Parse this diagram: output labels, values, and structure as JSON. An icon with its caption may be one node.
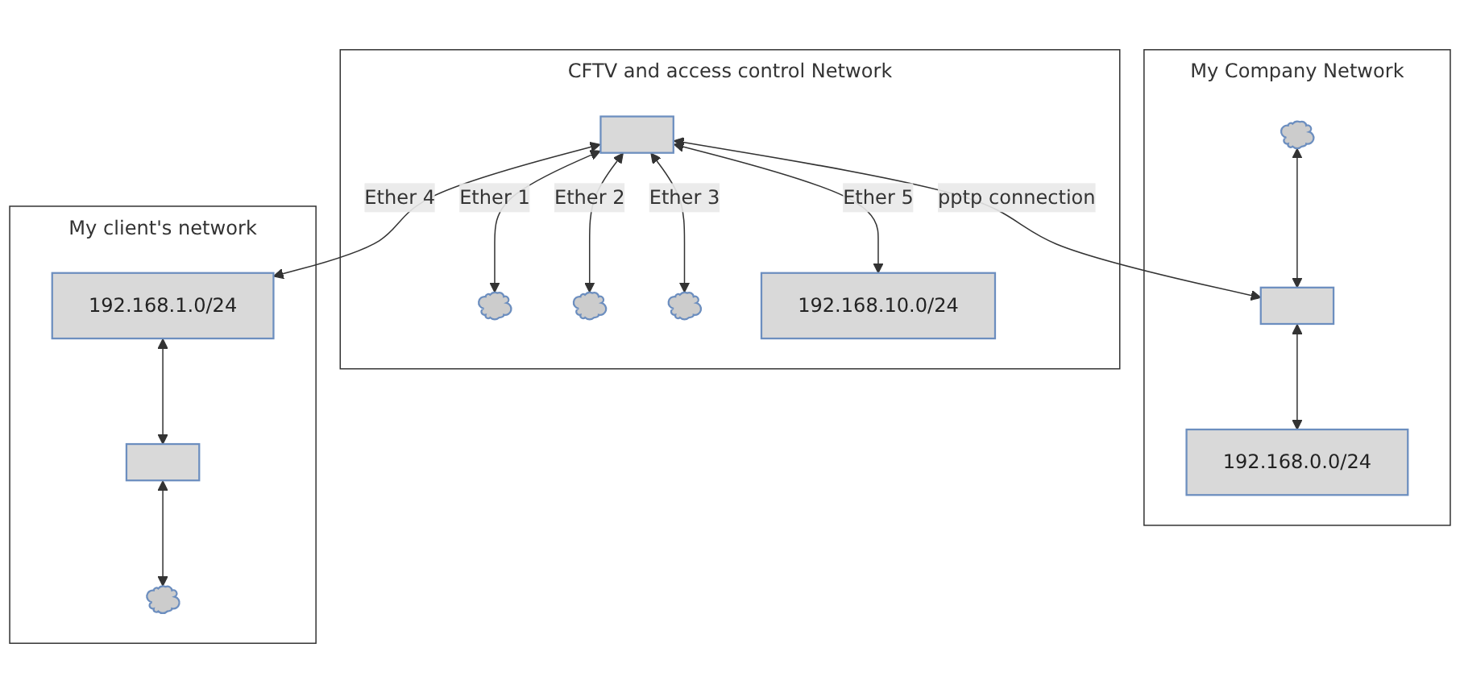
{
  "diagram": {
    "nodes": [
      {
        "text": [
          "My Company Network"
        ]
      },
      {
        "text": [],
        "shape": "cloud",
        "in": 0
      },
      {
        "text": [],
        "shape": "box",
        "in": 0
      },
      {
        "text": [
          "192.168.0.0/24"
        ],
        "in": 0
      },
      {
        "text": [
          "CFTV and access control Network"
        ]
      },
      {
        "text": [],
        "shape": "cloud",
        "in": 4
      },
      {
        "text": [],
        "shape": "cloud",
        "in": 4
      },
      {
        "text": [],
        "shape": "cloud",
        "in": 4
      },
      {
        "text": [],
        "shape": "box",
        "in": 4
      },
      {
        "text": [
          "192.168.10.0/24"
        ],
        "in": 4
      },
      {
        "text": [
          "My client's network"
        ]
      },
      {
        "text": [
          "192.168.1.0/24"
        ],
        "in": 10
      },
      {
        "text": [],
        "shape": "box",
        "in": 10
      },
      {
        "text": [],
        "shape": "cloud",
        "in": 10
      }
    ],
    "edges": [
      {
        "from": 1,
        "to": 2,
        "arrow": "both"
      },
      {
        "from": 2,
        "to": 3,
        "arrow": "both"
      },
      {
        "from": 8,
        "to": 2,
        "arrow": "both",
        "label": "pptp connection"
      },
      {
        "from": 8,
        "to": 5,
        "arrow": "both",
        "label": "Ether 1"
      },
      {
        "from": 8,
        "to": 6,
        "arrow": "both",
        "label": "Ether 2"
      },
      {
        "from": 8,
        "to": 7,
        "arrow": "both",
        "label": "Ether 3"
      },
      {
        "from": 8,
        "to": 11,
        "arrow": "both",
        "label": "Ether 4"
      },
      {
        "from": 8,
        "to": 9,
        "arrow": "both",
        "label": "Ether 5"
      },
      {
        "from": 11,
        "to": 12,
        "arrow": "both"
      },
      {
        "from": 12,
        "to": 13,
        "arrow": "both"
      }
    ]
  }
}
